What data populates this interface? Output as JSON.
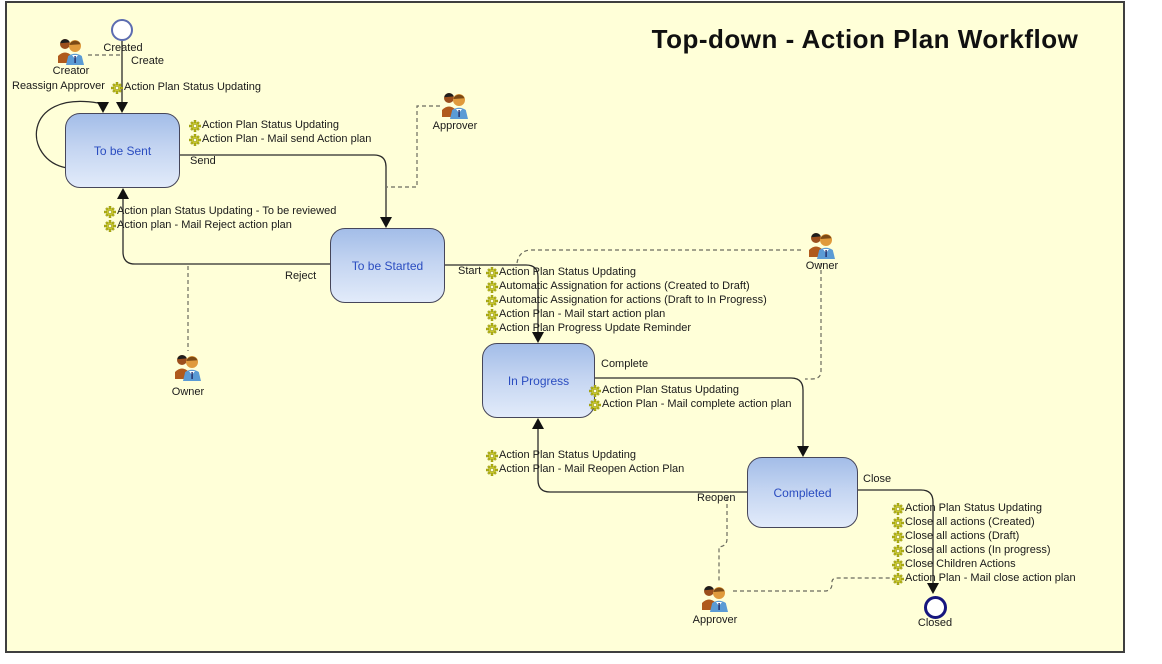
{
  "title": "Top-down - Action Plan Workflow",
  "nodes": {
    "created": {
      "label": "Created"
    },
    "closed": {
      "label": "Closed"
    }
  },
  "states": {
    "to_be_sent": {
      "label": "To be Sent"
    },
    "to_be_started": {
      "label": "To be Started"
    },
    "in_progress": {
      "label": "In Progress"
    },
    "completed": {
      "label": "Completed"
    }
  },
  "actors": {
    "creator": {
      "label": "Creator"
    },
    "approver_top": {
      "label": "Approver"
    },
    "owner_left": {
      "label": "Owner"
    },
    "owner_right": {
      "label": "Owner"
    },
    "approver_bottom": {
      "label": "Approver"
    }
  },
  "transitions": {
    "create": {
      "label": "Create",
      "actions": [
        "Action Plan Status Updating"
      ]
    },
    "reassign_approver": {
      "label": "Reassign Approver",
      "actions": []
    },
    "send": {
      "label": "Send",
      "actions": [
        "Action Plan Status Updating",
        "Action Plan - Mail send Action plan"
      ]
    },
    "reject": {
      "label": "Reject",
      "actions": [
        "Action plan Status Updating - To be reviewed",
        "Action plan - Mail Reject action plan"
      ]
    },
    "start": {
      "label": "Start",
      "actions": [
        "Action Plan Status Updating",
        "Automatic Assignation for actions (Created to Draft)",
        "Automatic Assignation for actions (Draft to In Progress)",
        "Action Plan - Mail start action plan",
        "Action Plan Progress Update Reminder"
      ]
    },
    "complete": {
      "label": "Complete",
      "actions": [
        "Action Plan Status Updating",
        "Action Plan - Mail complete action plan"
      ]
    },
    "reopen": {
      "label": "Reopen",
      "actions": [
        "Action Plan Status Updating",
        "Action Plan - Mail Reopen Action Plan"
      ]
    },
    "close": {
      "label": "Close",
      "actions": [
        "Action Plan Status Updating",
        "Close all actions (Created)",
        "Close all actions (Draft)",
        "Close all actions (In progress)",
        "Close Children Actions",
        "Action Plan - Mail close action plan"
      ]
    }
  },
  "colors": {
    "canvas_background": "#FFFFD8",
    "state_fill_top": "#A3BDE8",
    "state_fill_bottom": "#E2EBFA",
    "state_text": "#2A4CC0",
    "connector": "#2B2B2B",
    "end_node_border": "#16167E",
    "gear": "#B9B918"
  }
}
